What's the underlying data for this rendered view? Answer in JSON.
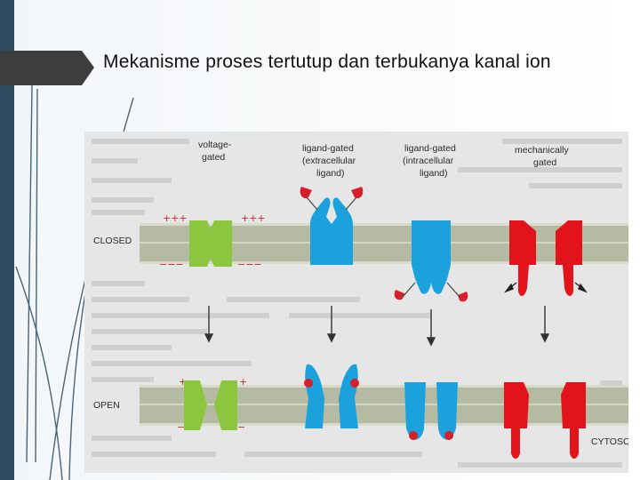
{
  "slide": {
    "title": "Mekanisme proses tertutup dan terbukanya kanal ion"
  },
  "figure": {
    "columns": [
      {
        "line1": "voltage-",
        "line2": "gated",
        "line3": ""
      },
      {
        "line1": "ligand-gated",
        "line2": "(extracellular",
        "line3": "ligand)"
      },
      {
        "line1": "ligand-gated",
        "line2": "(intracellular",
        "line3": "ligand)"
      },
      {
        "line1": "mechanically",
        "line2": "gated",
        "line3": ""
      }
    ],
    "row_labels": {
      "closed": "CLOSED",
      "open": "OPEN"
    },
    "corner_label": "CYTOSO",
    "charges": {
      "closed_top": "+++",
      "closed_bottom": "−−−",
      "open_top": "+",
      "open_bottom": "−"
    },
    "colors": {
      "voltage_channel": "#8cc63f",
      "ligand_channel": "#1ba1dc",
      "mechanical_channel": "#e3131b",
      "membrane": "#b5bba3",
      "title_ribbon": "#3d3d3d",
      "slide_left_band": "#2d4a5e"
    }
  }
}
